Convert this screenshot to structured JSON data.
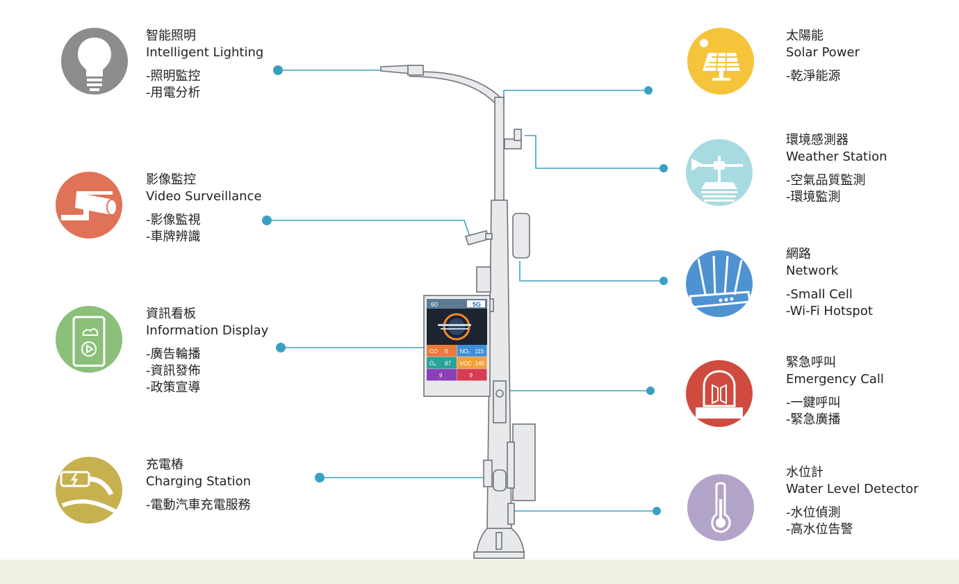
{
  "colors": {
    "line": "#3aa0c2",
    "pole_fill": "#e8e9eb",
    "pole_stroke": "#6f7378",
    "ground": "#ecf1e4",
    "lighting": "#8c8c8c",
    "surveillance": "#e07257",
    "display": "#8cbf7a",
    "charging": "#c7b14f",
    "solar": "#f5c43b",
    "weather": "#a7dbe1",
    "network": "#4f92d2",
    "emergency": "#cf4b3f",
    "water": "#b2a4c9"
  },
  "features_left": [
    {
      "id": "lighting",
      "icon": "lightbulb-icon",
      "zh": "智能照明",
      "en": "Intelligent Lighting",
      "items": [
        "-照明監控",
        "-用電分析"
      ]
    },
    {
      "id": "surveillance",
      "icon": "cctv-camera-icon",
      "zh": "影像監控",
      "en": "Video Surveillance",
      "items": [
        "-影像監視",
        "-車牌辨識"
      ]
    },
    {
      "id": "display",
      "icon": "info-display-icon",
      "zh": "資訊看板",
      "en": "Information Display",
      "items": [
        "-廣告輪播",
        "-資訊發佈",
        "-政策宣導"
      ]
    },
    {
      "id": "charging",
      "icon": "ev-charger-icon",
      "zh": "充電樁",
      "en": "Charging Station",
      "items": [
        "-電動汽車充電服務"
      ]
    }
  ],
  "features_right": [
    {
      "id": "solar",
      "icon": "solar-panel-icon",
      "zh": "太陽能",
      "en": "Solar Power",
      "items": [
        "-乾淨能源"
      ]
    },
    {
      "id": "weather",
      "icon": "weather-station-icon",
      "zh": "環境感測器",
      "en": "Weather Station",
      "items": [
        "-空氣品質監測",
        "-環境監測"
      ]
    },
    {
      "id": "network",
      "icon": "wifi-router-icon",
      "zh": "網路",
      "en": "Network",
      "items": [
        "-Small Cell",
        "-Wi-Fi Hotspot"
      ]
    },
    {
      "id": "emergency",
      "icon": "alarm-siren-icon",
      "zh": "緊急呼叫",
      "en": "Emergency Call",
      "items": [
        "-一鍵呼叫",
        "-緊急廣播"
      ]
    },
    {
      "id": "water",
      "icon": "thermometer-icon",
      "zh": "水位計",
      "en": "Water Level Detector",
      "items": [
        "-水位偵測",
        "-高水位告警"
      ]
    }
  ],
  "screen": {
    "temp": "60",
    "badge": "5G",
    "tiles": [
      {
        "label": "CO",
        "value": "0"
      },
      {
        "label": "NO₂",
        "value": "115"
      },
      {
        "label": "O₃",
        "value": "87"
      },
      {
        "label": "VOC",
        "value": "149"
      },
      {
        "label": "",
        "value": "9"
      },
      {
        "label": "",
        "value": "9"
      }
    ]
  }
}
